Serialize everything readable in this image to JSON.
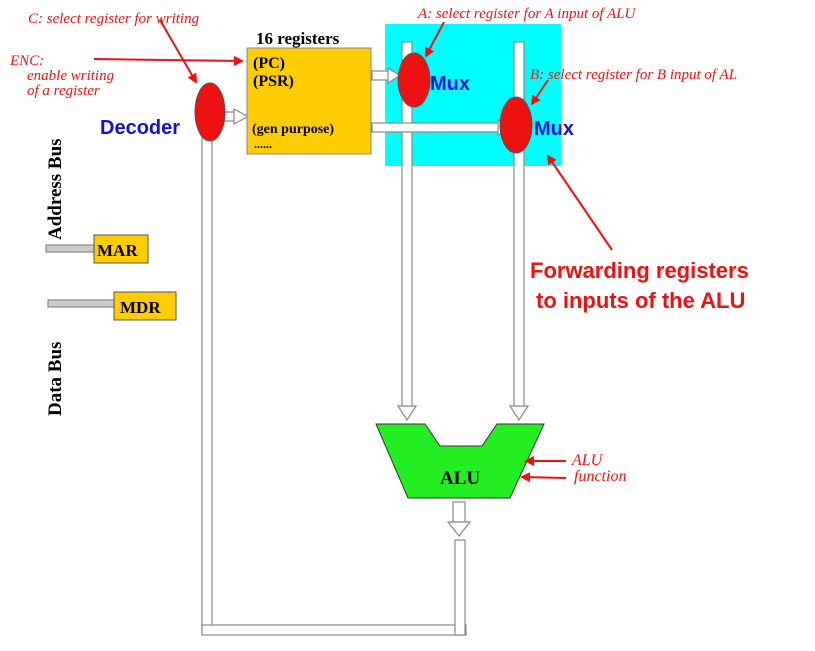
{
  "labels": {
    "c_select": "C: select register for writing",
    "a_select": "A: select register for A input of ALU",
    "b_select": "B: select register for B input of AL",
    "enc_1": "ENC:",
    "enc_2": "enable writing",
    "enc_3": "of a register",
    "decoder": "Decoder",
    "registers_title": "16 registers",
    "reg_pc": "(PC)",
    "reg_psr": "(PSR)",
    "reg_gen": "(gen purpose)",
    "reg_dots": "......",
    "mux_a": "Mux",
    "mux_b": "Mux",
    "address_bus": "Address Bus",
    "data_bus": "Data Bus",
    "mar": "MAR",
    "mdr": "MDR",
    "forwarding_1": "Forwarding registers",
    "forwarding_2": "to inputs of the ALU",
    "alu": "ALU",
    "alu_function_1": "ALU",
    "alu_function_2": "function"
  },
  "colors": {
    "red": "#ee1111",
    "blue": "#1111dd",
    "cyan": "#00ffff",
    "register_fill": "#ffcc00",
    "alu_fill": "#22ee22",
    "bus_fill": "#dddddd",
    "bus_stroke": "#888888"
  }
}
